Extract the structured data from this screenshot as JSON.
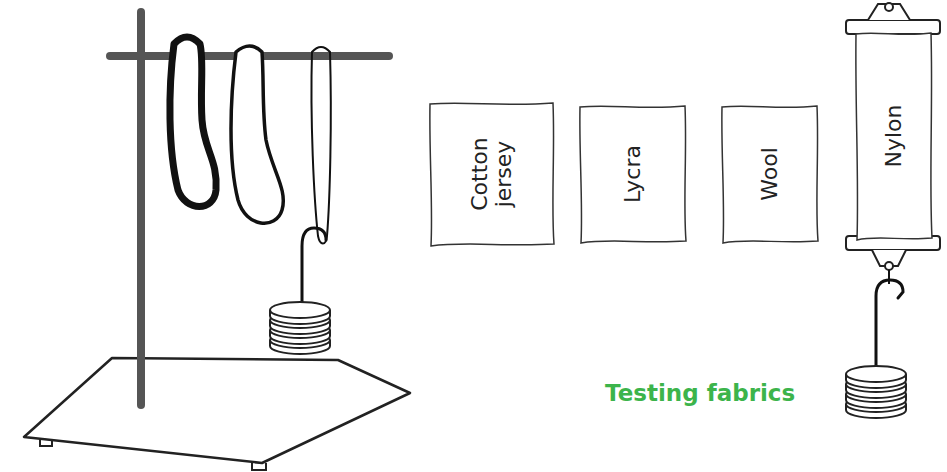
{
  "diagram": {
    "caption": "Testing fabrics",
    "nodes": [
      {
        "text": [
          "Cotton jersey"
        ]
      },
      {
        "text": [
          "Lycra"
        ]
      },
      {
        "text": [
          "Wool"
        ]
      },
      {
        "text": [
          "Nylon"
        ]
      }
    ]
  }
}
